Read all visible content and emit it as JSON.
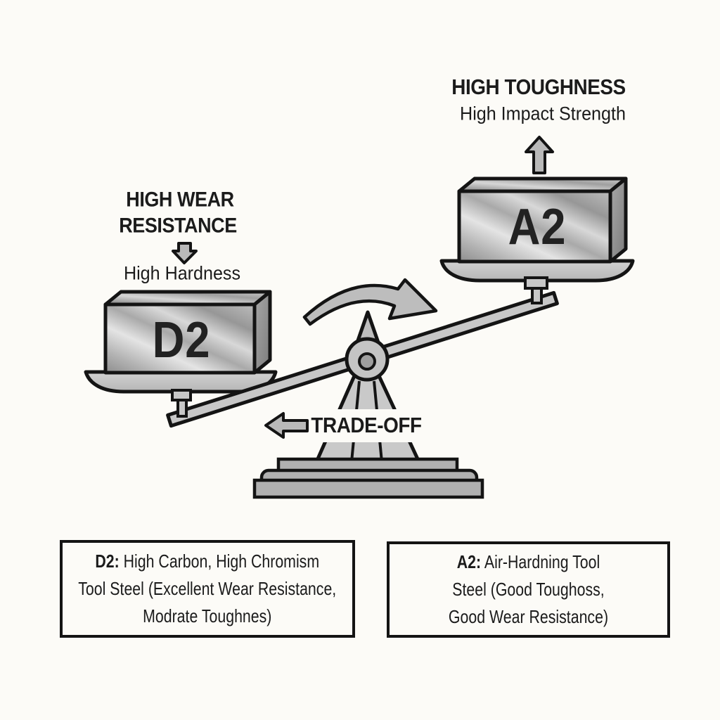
{
  "right_callout": {
    "title": "HIGH TOUGHNESS",
    "subtitle": "High Impact Strength"
  },
  "left_callout": {
    "title_line1": "HIGH WEAR",
    "title_line2": "RESISTANCE",
    "subtitle": "High Hardness"
  },
  "blocks": {
    "left": "D2",
    "right": "A2"
  },
  "tradeoff": {
    "label": "TRADE-OFF"
  },
  "legend_boxes": {
    "d2": {
      "prefix": "D2:",
      "line1_rest": " High Carbon, High Chromism",
      "line2": "Tool Steel (Excellent Wear Resistance,",
      "line3": "Modrate Toughnes)"
    },
    "a2": {
      "prefix": "A2:",
      "line1_rest": " Air-Hardning Tool",
      "line2": "Steel (Good Toughoss,",
      "line3": "Good Wear Resistance)"
    }
  },
  "icons": {
    "up_arrow": "up-arrow-icon",
    "down_arrow": "down-arrow-icon",
    "left_arrow": "left-arrow-icon",
    "rotation_arrow": "rotation-arrow-icon"
  },
  "colors": {
    "background": "#fcfbf7",
    "outline": "#141414",
    "metal_light": "#e6e6e6",
    "metal_mid": "#b5b5b5",
    "metal_dark": "#8a8a8a",
    "gray_fill": "#c7c7c7",
    "base_fill": "#b0b0b0",
    "arrow_fill": "#bdbdbd",
    "text": "#1b1b1b"
  }
}
